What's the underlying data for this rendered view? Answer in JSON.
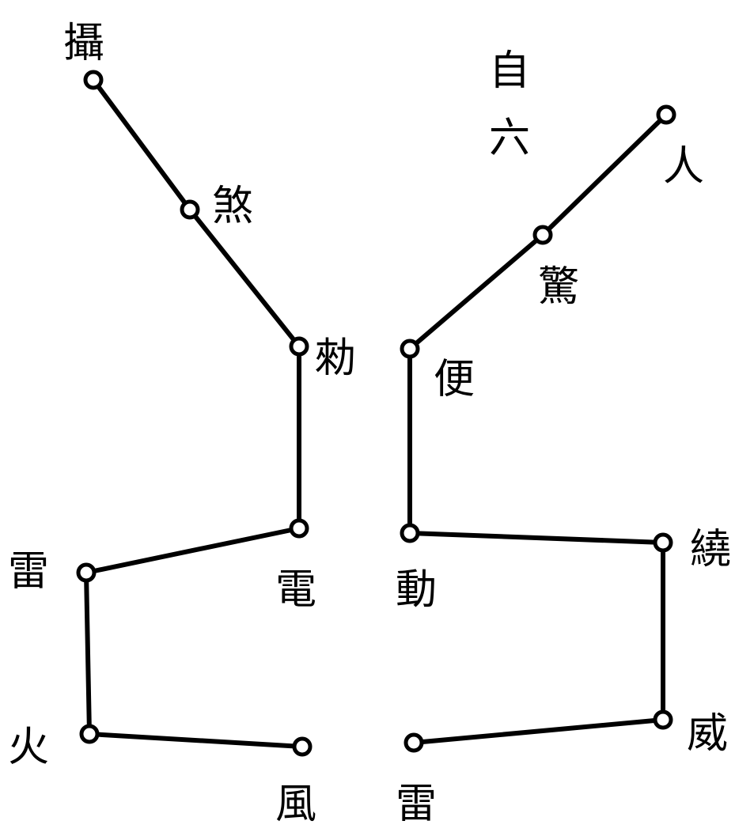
{
  "title": "",
  "left_chain": {
    "stars": [
      {
        "label": "攝"
      },
      {
        "label": "煞"
      },
      {
        "label": "勑"
      },
      {
        "label": "電"
      },
      {
        "label": "雷"
      },
      {
        "label": "火"
      },
      {
        "label": "風"
      }
    ]
  },
  "right_chain": {
    "stars": [
      {
        "label": "人"
      },
      {
        "label": "驚"
      },
      {
        "label": "便"
      },
      {
        "label": "動"
      },
      {
        "label": "繞"
      },
      {
        "label": "威"
      },
      {
        "label": "雷"
      }
    ]
  },
  "free_text": [
    {
      "label": "自"
    },
    {
      "label": "六"
    }
  ],
  "colors": {
    "ink": "#000000",
    "paper": "#ffffff"
  }
}
